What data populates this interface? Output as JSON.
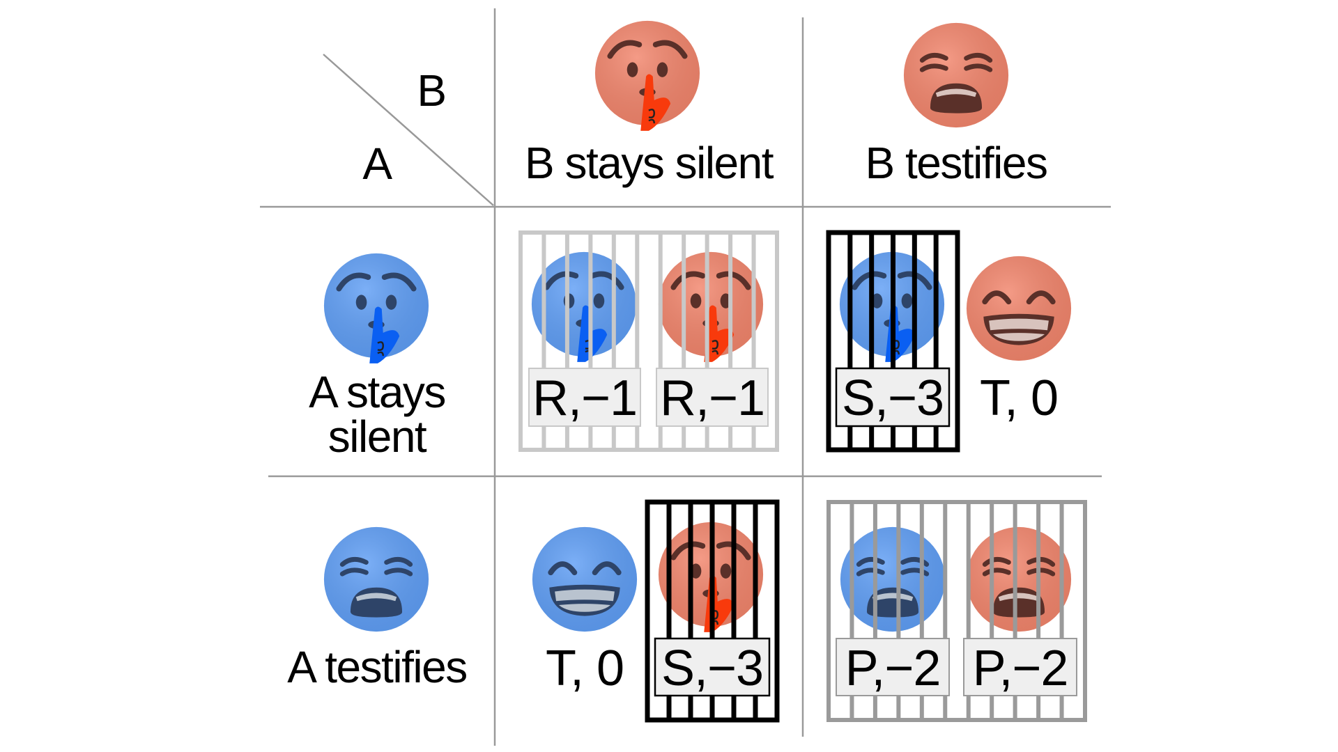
{
  "header": {
    "corner_col": "B",
    "corner_row": "A",
    "col1": "B stays silent",
    "col2": "B testifies"
  },
  "rows": {
    "row1_line1": "A stays",
    "row1_line2": "silent",
    "row2": "A testifies"
  },
  "cells": {
    "silent_silent": {
      "a": "R,−1",
      "b": "R,−1"
    },
    "silent_testifies": {
      "a": "S,−3",
      "b": "T, 0"
    },
    "testifies_silent": {
      "a": "T, 0",
      "b": "S,−3"
    },
    "testifies_testifies": {
      "a": "P,−2",
      "b": "P,−2"
    }
  },
  "colors": {
    "player_a": "#5f9ef5",
    "player_b": "#f2856c",
    "light_cage": "#c8c8c8",
    "dark_cage": "#000000"
  },
  "icons": [
    "shushing-face-icon",
    "weary-face-icon",
    "grinning-face-icon",
    "jail-bars-icon"
  ]
}
